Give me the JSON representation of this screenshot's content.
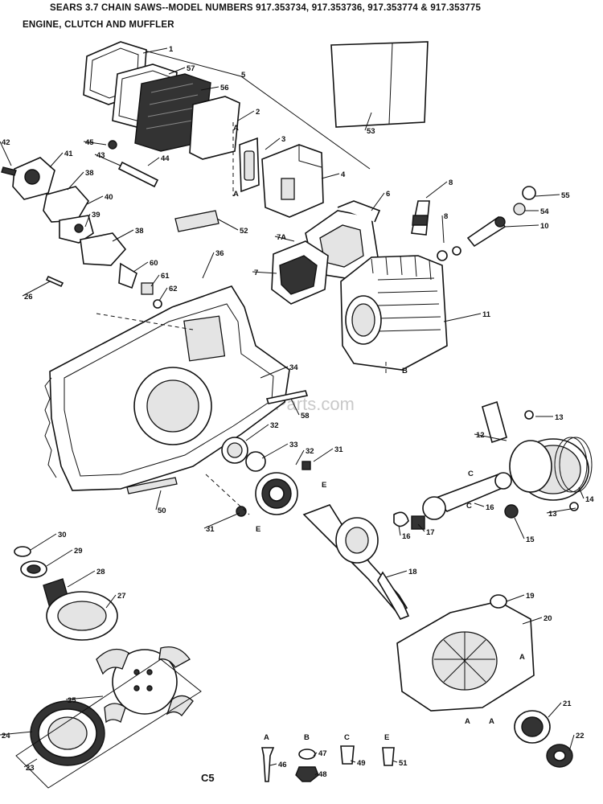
{
  "title": "SEARS 3.7 CHAIN SAWS--MODEL NUMBERS 917.353734, 917.353736, 917.353774 & 917.353775",
  "subtitle": "ENGINE, CLUTCH AND MUFFLER",
  "watermark": "eReplacementParts.com",
  "page_code": "C5",
  "callouts": [
    "1",
    "57",
    "56",
    "5",
    "2",
    "3",
    "A",
    "A",
    "4",
    "53",
    "45",
    "44",
    "43",
    "42",
    "41",
    "38",
    "40",
    "39",
    "38",
    "60",
    "61",
    "62",
    "52",
    "7A",
    "6",
    "7",
    "8",
    "8",
    "55",
    "54",
    "10",
    "36",
    "26",
    "34",
    "11",
    "B",
    "58",
    "13",
    "12",
    "32",
    "33",
    "32",
    "31",
    "E",
    "50",
    "31",
    "E",
    "C",
    "C",
    "16",
    "15",
    "13",
    "14",
    "18",
    "17",
    "16",
    "30",
    "29",
    "28",
    "27",
    "19",
    "20",
    "A",
    "A",
    "A",
    "25",
    "24",
    "23",
    "21",
    "22",
    "A",
    "46",
    "B",
    "47",
    "48",
    "C",
    "49",
    "E",
    "51"
  ]
}
